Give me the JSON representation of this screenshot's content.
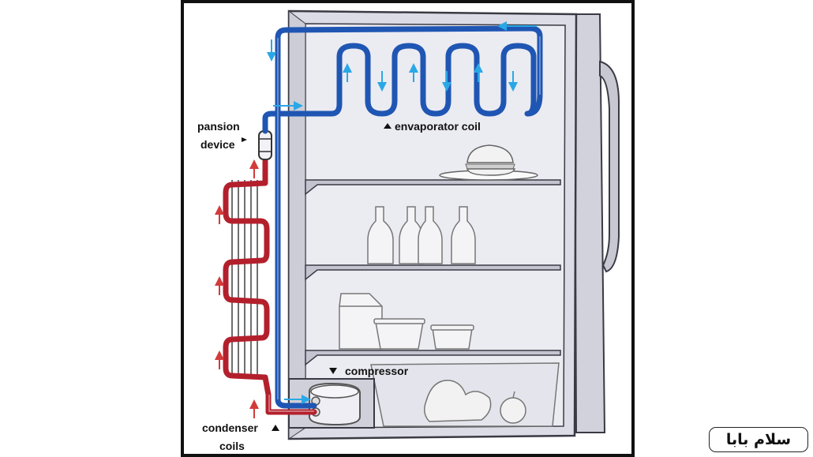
{
  "labels": {
    "evaporator": "envaporator coil",
    "expansion_line1": "pansion",
    "expansion_line2": "device",
    "compressor": "compressor",
    "condenser_line1": "condenser",
    "condenser_line2": "coils"
  },
  "watermark": "سلام بابا",
  "colors": {
    "cold_pipe": "#1f56b3",
    "hot_pipe": "#b3202c",
    "cold_arrow": "#2aa8e6",
    "hot_arrow": "#d33a3a",
    "fridge_body": "#dcdce6",
    "fridge_interior": "#ebebf2",
    "outline": "#3a3a44"
  }
}
